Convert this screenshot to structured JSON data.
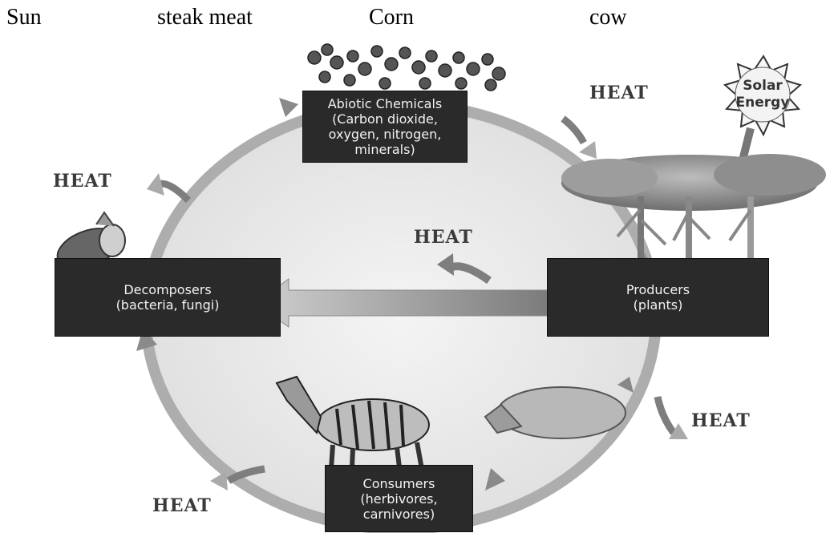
{
  "words": [
    "Sun",
    "steak meat",
    "Corn",
    "cow"
  ],
  "boxes": {
    "abiotic": [
      "Abiotic Chemicals",
      "(Carbon dioxide,",
      "oxygen, nitrogen,",
      "minerals)"
    ],
    "producers": [
      "Producers",
      "(plants)"
    ],
    "decomposers": [
      "Decomposers",
      "(bacteria, fungi)"
    ],
    "consumers": [
      "Consumers",
      "(herbivores,",
      "carnivores)"
    ]
  },
  "heat_label": "HEAT",
  "sun_lines": [
    "Solar",
    "Energy"
  ],
  "colors": {
    "box": "#2a2a2a",
    "box_text": "#f2f2f2",
    "circle_fill": "#ececec",
    "arrow": "#9a9a9a",
    "heat_text": "#3a3a3a"
  }
}
